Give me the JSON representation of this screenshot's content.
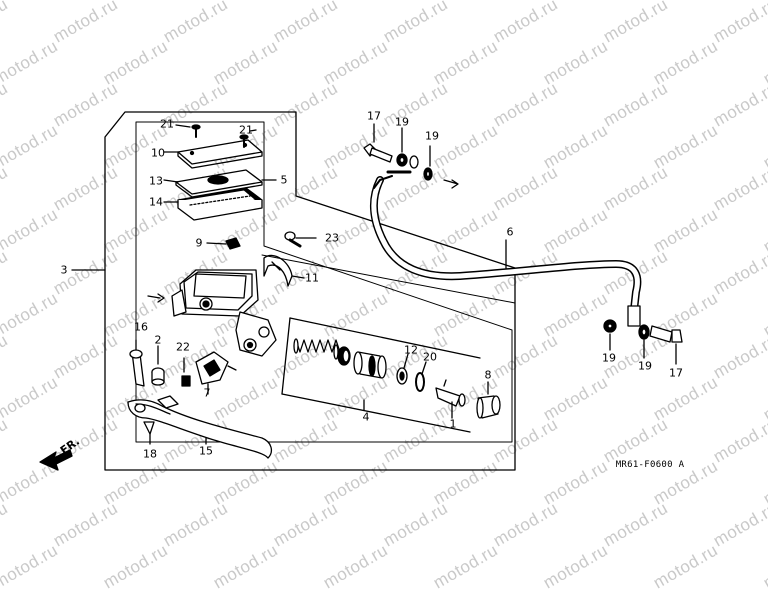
{
  "watermark": "motod.ru",
  "diagram_code": "MR61-F0600 A",
  "direction_label": "FR.",
  "callouts": {
    "p1": "1",
    "p2": "2",
    "p3": "3",
    "p4": "4",
    "p5": "5",
    "p6": "6",
    "p7": "7",
    "p8": "8",
    "p9": "9",
    "p10": "10",
    "p11": "11",
    "p12": "12",
    "p13": "13",
    "p14": "14",
    "p15": "15",
    "p16": "16",
    "p17": "17",
    "p18": "18",
    "p19": "19",
    "p20": "20",
    "p21": "21",
    "p22": "22",
    "p23": "23"
  }
}
